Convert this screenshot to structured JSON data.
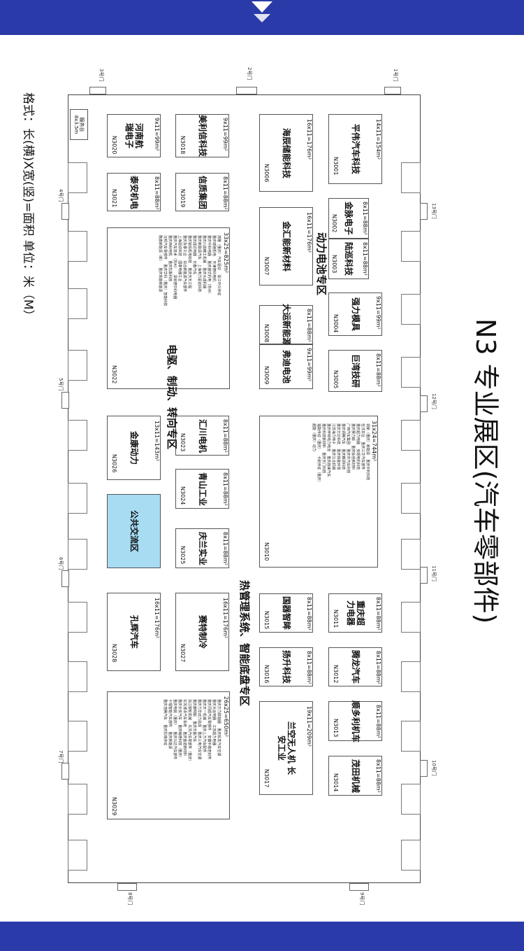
{
  "title": "N3 专业展区(汽车零部件)",
  "format_note": "格式：长(横)X宽(竖)=面积  单位：米（M）",
  "service_desk": {
    "label": "服务台",
    "size": "8x3.5m"
  },
  "doors": [
    "1号门",
    "2号门",
    "3号门",
    "4号门",
    "5号门",
    "6号门",
    "7号门",
    "8号门",
    "9号门",
    "10号门",
    "11号门",
    "12号门",
    "13号门"
  ],
  "zones": {
    "battery": "动力电池专区",
    "drive": "电驱、制动、转向专区",
    "thermal": "热管理系统、智能底盘专区"
  },
  "booths": [
    {
      "id": "N3001",
      "name": "平伟汽车科技",
      "dim": "14x11=154m²"
    },
    {
      "id": "N3002",
      "name": "金脉电子",
      "dim": "8x11=88m²"
    },
    {
      "id": "N3003",
      "name": "陆巡科技",
      "dim": "8x11=88m²"
    },
    {
      "id": "N3004",
      "name": "强力模具",
      "dim": "9x11=99m²"
    },
    {
      "id": "N3005",
      "name": "巨湾技研",
      "dim": "8x11=88m²"
    },
    {
      "id": "N3006",
      "name": "海辰储能科技",
      "dim": "16x11=176m²"
    },
    {
      "id": "N3007",
      "name": "金汇能新材料",
      "dim": "16x11=176m²"
    },
    {
      "id": "N3008",
      "name": "大运新能源",
      "dim": "8x11=88m²"
    },
    {
      "id": "N3009",
      "name": "弗迪电池",
      "dim": "9x11=99m²"
    },
    {
      "id": "N3010",
      "name": "",
      "dim": "31x24=744m²"
    },
    {
      "id": "N3011",
      "name": "重庆超力电器",
      "dim": "8x11=88m²"
    },
    {
      "id": "N3012",
      "name": "腾龙汽车",
      "dim": "8x11=88m²"
    },
    {
      "id": "N3013",
      "name": "顺多利机车",
      "dim": "8x11=88m²"
    },
    {
      "id": "N3014",
      "name": "茂田机械",
      "dim": "8x11=88m²"
    },
    {
      "id": "N3015",
      "name": "国器智眸",
      "dim": "8x11=88m²"
    },
    {
      "id": "N3016",
      "name": "扬升科技",
      "dim": "8x11=88m²"
    },
    {
      "id": "N3017",
      "name": "兰空无人机 长安工业",
      "dim": "19x11=209m²"
    },
    {
      "id": "N3018",
      "name": "美利信科技",
      "dim": "9x11=99m²"
    },
    {
      "id": "N3019",
      "name": "信质集团",
      "dim": "8x11=88m²"
    },
    {
      "id": "N3020",
      "name": "河南航瑞电子",
      "dim": "9x11=99m²"
    },
    {
      "id": "N3021",
      "name": "泰安机电",
      "dim": "8x11=88m²"
    },
    {
      "id": "N3022",
      "name": "",
      "dim": "33x25=825m²"
    },
    {
      "id": "N3023",
      "name": "汇川电机",
      "dim": "8x11=88m²"
    },
    {
      "id": "N3024",
      "name": "青山工业",
      "dim": "8x11=88m²"
    },
    {
      "id": "N3025",
      "name": "庆兰实业",
      "dim": "8x11=88m²"
    },
    {
      "id": "N3026",
      "name": "金康动力",
      "dim": "13x11=143m²"
    },
    {
      "id": "N3027",
      "name": "赛特制冷",
      "dim": "16x11=176m²"
    },
    {
      "id": "N3028",
      "name": "孔辉汽车",
      "dim": "16x11=176m²"
    },
    {
      "id": "N3029",
      "name": "",
      "dim": "26x25=650m²"
    }
  ],
  "public_area": "公共交流区",
  "lists": {
    "N3010": "领新（重庆）新能源    重庆中利科技\n伍洋实业    重庆三华汽车部件\n重庆超力电器    安顺电机科技\n重庆赛力斯    重庆钛佳新材料\n广西汽车集团    重庆市汽车科技\n重庆领腾汽车    重庆精研科技\n重庆万达科技    重庆铁能环境\n江苏海力电子    重庆江北机械\n重庆申特电力电池    重庆航峰汽车\n重庆科技新材料    重庆天门科技\n福能传动（重庆）    卡耐传动（重庆）\n超能（重庆）动力",
    "N3022": "茂隆（重庆）汽车驱动    浙江中兴传动\n重庆瑞驰机电    天津德科电机\n重庆中科电器    重庆盛优机电（苏州）\n重庆川渝精工机械    重庆大成机械\n重庆新能源汽车    上海电力驱动科技\n重庆成达电器    长春汽车\n重庆铭信机电科技    重庆天天工程\n重庆永泰工业    综合新能源汽车部件\n上海驱动科技    国泰电器工业\n重庆汽车技术（苏州）    深圳德尔科电器\n重庆西科电机    重庆凯斯科技\n汉邦汽车零部件    重庆华科（重庆）智能科技\n隆鑫新能源（新）    重庆铁能新能源",
    "N3029": "重庆万力联轴器    重庆松发汽车空调\n重庆大运电器    江苏超力电器\n重庆同顺汽车零部件    安徽中鼎密封件\n重庆天一机械    重庆上方汽车配件\n重庆力华动力总成    重庆三电汽车空调\n重庆康明斯    重庆天基汽车\n浙江银轮机械    东风汽车零部件（重庆）\n东风博泽汽车系统    重庆盛诺新材料\n重庆长安汽车    重庆翰德科技（重庆）\n重庆电装（重庆）    重庆兴达汽车部件\n十堰智能汽车部件    重庆新能源\n重庆浩腾汽车    重庆凯瑞传动"
  }
}
